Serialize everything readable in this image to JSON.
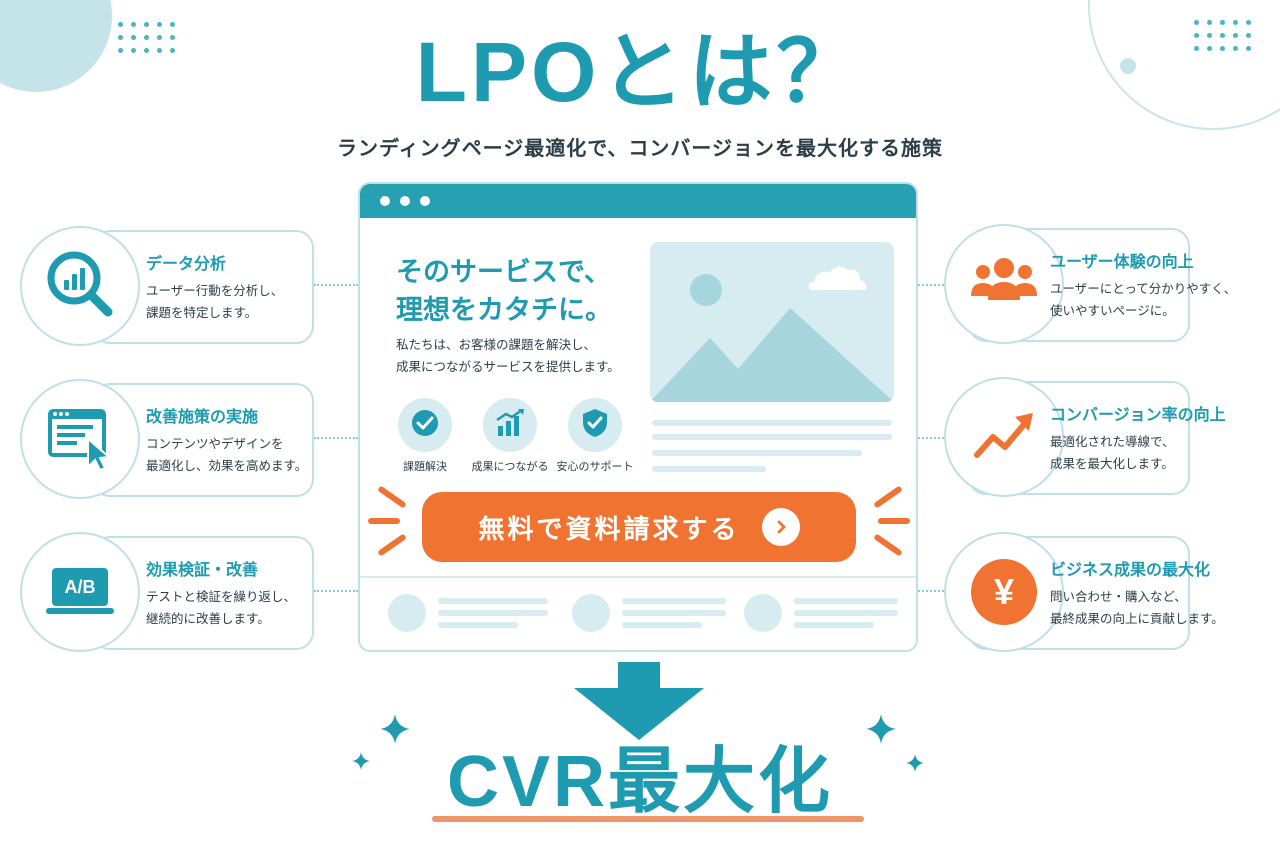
{
  "header": {
    "title": "LPOとは？",
    "subtitle": "ランディングページ最適化で、コンバージョンを最大化する施策"
  },
  "left_cards": [
    {
      "title": "データ分析",
      "desc": "ユーザー行動を分析し、\n課題を特定します。",
      "icon": "analytics-magnifier-icon"
    },
    {
      "title": "改善施策の実施",
      "desc": "コンテンツやデザインを\n最適化し、効果を高めます。",
      "icon": "webpage-cursor-icon"
    },
    {
      "title": "効果検証・改善",
      "desc": "テストと検証を繰り返し、\n継続的に改善します。",
      "icon": "ab-test-laptop-icon",
      "icon_text": "A/B"
    }
  ],
  "right_cards": [
    {
      "title": "ユーザー体験の向上",
      "desc": "ユーザーにとって分かりやすく、\n使いやすいページに。",
      "icon": "users-group-icon"
    },
    {
      "title": "コンバージョン率の向上",
      "desc": "最適化された導線で、\n成果を最大化します。",
      "icon": "growth-arrow-icon"
    },
    {
      "title": "ビジネス成果の最大化",
      "desc": "問い合わせ・購入など、\n最終成果の向上に貢献します。",
      "icon": "yen-icon",
      "icon_text": "¥"
    }
  ],
  "mockup": {
    "hero_title": "そのサービスで、\n理想をカタチに。",
    "hero_text": "私たちは、お客様の課題を解決し、\n成果につながるサービスを提供します。",
    "features": [
      {
        "label": "課題解決",
        "icon": "check-badge-icon"
      },
      {
        "label": "成果につながる",
        "icon": "bar-growth-icon"
      },
      {
        "label": "安心のサポート",
        "icon": "shield-check-icon"
      }
    ],
    "cta_label": "無料で資料請求する",
    "cta_icon": "chevron-right-icon"
  },
  "bottom": {
    "result": "CVR最大化"
  },
  "colors": {
    "teal": "#1e9bb0",
    "orange": "#f07331",
    "light_teal": "#d6ecf0",
    "border": "#bfe0e6",
    "text": "#2c3e48"
  }
}
